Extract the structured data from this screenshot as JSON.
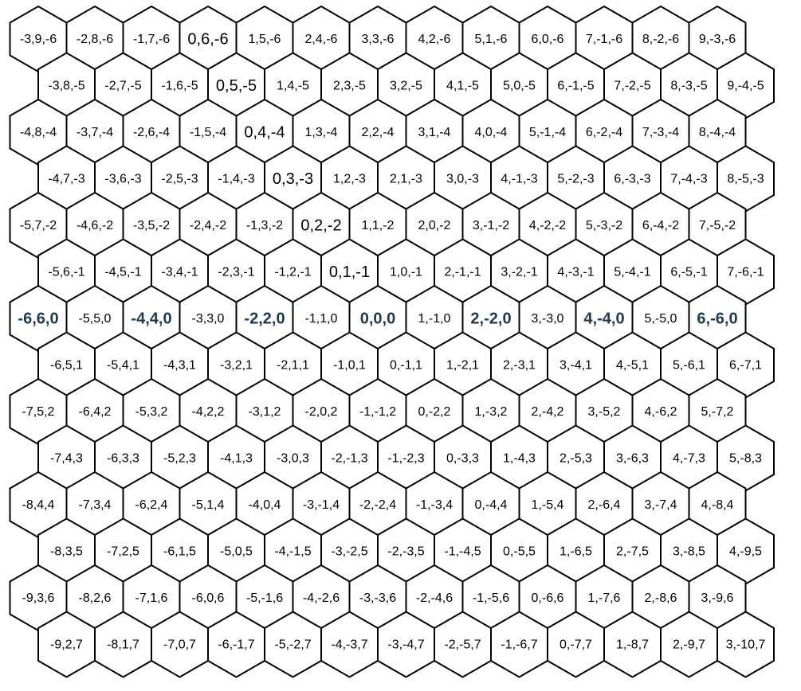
{
  "rows": [
    {
      "labels": [
        "-3,9,-6",
        "-2,8,-6",
        "-1,7,-6",
        "0,6,-6",
        "1,5,-6",
        "2,4,-6",
        "3,3,-6",
        "4,2,-6",
        "5,1,-6",
        "6,0,-6",
        "7,-1,-6",
        "8,-2,-6",
        "9,-3,-6"
      ]
    },
    {
      "labels": [
        "-3,8,-5",
        "-2,7,-5",
        "-1,6,-5",
        "0,5,-5",
        "1,4,-5",
        "2,3,-5",
        "3,2,-5",
        "4,1,-5",
        "5,0,-5",
        "6,-1,-5",
        "7,-2,-5",
        "8,-3,-5",
        "9,-4,-5"
      ]
    },
    {
      "labels": [
        "-4,8,-4",
        "-3,7,-4",
        "-2,6,-4",
        "-1,5,-4",
        "0,4,-4",
        "1,3,-4",
        "2,2,-4",
        "3,1,-4",
        "4,0,-4",
        "5,-1,-4",
        "6,-2,-4",
        "7,-3,-4",
        "8,-4,-4"
      ]
    },
    {
      "labels": [
        "-4,7,-3",
        "-3,6,-3",
        "-2,5,-3",
        "-1,4,-3",
        "0,3,-3",
        "1,2,-3",
        "2,1,-3",
        "3,0,-3",
        "4,-1,-3",
        "5,-2,-3",
        "6,-3,-3",
        "7,-4,-3",
        "8,-5,-3"
      ]
    },
    {
      "labels": [
        "-5,7,-2",
        "-4,6,-2",
        "-3,5,-2",
        "-2,4,-2",
        "-1,3,-2",
        "0,2,-2",
        "1,1,-2",
        "2,0,-2",
        "3,-1,-2",
        "4,-2,-2",
        "5,-3,-2",
        "6,-4,-2",
        "7,-5,-2"
      ]
    },
    {
      "labels": [
        "-5,6,-1",
        "-4,5,-1",
        "-3,4,-1",
        "-2,3,-1",
        "-1,2,-1",
        "0,1,-1",
        "1,0,-1",
        "2,-1,-1",
        "3,-2,-1",
        "4,-3,-1",
        "5,-4,-1",
        "6,-5,-1",
        "7,-6,-1"
      ]
    },
    {
      "labels": [
        "-6,6,0",
        "-5,5,0",
        "-4,4,0",
        "-3,3,0",
        "-2,2,0",
        "-1,1,0",
        "0,0,0",
        "1,-1,0",
        "2,-2,0",
        "3,-3,0",
        "4,-4,0",
        "5,-5,0",
        "6,-6,0"
      ]
    },
    {
      "labels": [
        "-6,5,1",
        "-5,4,1",
        "-4,3,1",
        "-3,2,1",
        "-2,1,1",
        "-1,0,1",
        "0,-1,1",
        "1,-2,1",
        "2,-3,1",
        "3,-4,1",
        "4,-5,1",
        "5,-6,1",
        "6,-7,1"
      ]
    },
    {
      "labels": [
        "-7,5,2",
        "-6,4,2",
        "-5,3,2",
        "-4,2,2",
        "-3,1,2",
        "-2,0,2",
        "-1,-1,2",
        "0,-2,2",
        "1,-3,2",
        "2,-4,2",
        "3,-5,2",
        "4,-6,2",
        "5,-7,2"
      ]
    },
    {
      "labels": [
        "-7,4,3",
        "-6,3,3",
        "-5,2,3",
        "-4,1,3",
        "-3,0,3",
        "-2,-1,3",
        "-1,-2,3",
        "0,-3,3",
        "1,-4,3",
        "2,-5,3",
        "3,-6,3",
        "4,-7,3",
        "5,-8,3"
      ]
    },
    {
      "labels": [
        "-8,4,4",
        "-7,3,4",
        "-6,2,4",
        "-5,1,4",
        "-4,0,4",
        "-3,-1,4",
        "-2,-2,4",
        "-1,-3,4",
        "0,-4,4",
        "1,-5,4",
        "2,-6,4",
        "3,-7,4",
        "4,-8,4"
      ]
    },
    {
      "labels": [
        "-8,3,5",
        "-7,2,5",
        "-6,1,5",
        "-5,0,5",
        "-4,-1,5",
        "-3,-2,5",
        "-2,-3,5",
        "-1,-4,5",
        "0,-5,5",
        "1,-6,5",
        "2,-7,5",
        "3,-8,5",
        "4,-9,5"
      ]
    },
    {
      "labels": [
        "-9,3,6",
        "-8,2,6",
        "-7,1,6",
        "-6,0,6",
        "-5,-1,6",
        "-4,-2,6",
        "-3,-3,6",
        "-2,-4,6",
        "-1,-5,6",
        "0,-6,6",
        "1,-7,6",
        "2,-8,6",
        "3,-9,6"
      ]
    },
    {
      "labels": [
        "-9,2,7",
        "-8,1,7",
        "-7,0,7",
        "-6,-1,7",
        "-5,-2,7",
        "-4,-3,7",
        "-3,-4,7",
        "-2,-5,7",
        "-1,-6,7",
        "0,-7,7",
        "1,-8,7",
        "2,-9,7",
        "3,-10,7"
      ]
    }
  ],
  "emphasis": {
    "big": [
      "0,6,-6",
      "0,5,-5",
      "0,4,-4",
      "0,3,-3",
      "0,2,-2",
      "0,1,-1"
    ],
    "axis_bold": [
      "-6,6,0",
      "-4,4,0",
      "-2,2,0",
      "0,0,0",
      "2,-2,0",
      "4,-4,0",
      "6,-6,0"
    ],
    "axis_bold_color": "#1f3a4d"
  }
}
